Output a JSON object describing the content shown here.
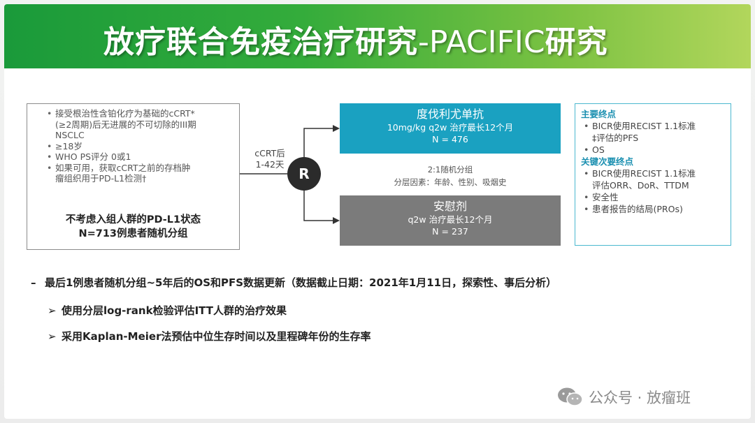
{
  "title": {
    "main": "放疗联合免疫治疗研究",
    "sub": "-PACIFIC",
    "suffix": "研究"
  },
  "criteria": {
    "items": [
      "接受根治性含铂化疗为基础的cCRT*",
      "(≥2周期)后无进展的不可切除的III期",
      "NSCLC",
      "≥18岁",
      "WHO PS评分 0或1",
      "如果可用，获取cCRT之前的存档肿",
      "瘤组织用于PD-L1检测†"
    ],
    "summary_line1": "不考虑入组人群的PD-L1状态",
    "summary_line2": "N=713例患者随机分组"
  },
  "flow": {
    "ccrt_label1": "cCRT后",
    "ccrt_label2": "1-42天",
    "randomization_symbol": "R"
  },
  "arms": {
    "durvalumab": {
      "name": "度伐利尤单抗",
      "regimen": "10mg/kg q2w 治疗最长12个月",
      "n": "N = 476",
      "color": "#1aa1c1"
    },
    "placebo": {
      "name": "安慰剂",
      "regimen": "q2w 治疗最长12个月",
      "n": "N = 237",
      "color": "#7b7b7b"
    }
  },
  "randomization": {
    "ratio": "2:1随机分组",
    "stratification": "分层因素：年龄、性别、吸烟史"
  },
  "endpoints": {
    "primary_title": "主要终点",
    "primary_items": [
      "BICR使用RECIST 1.1标准",
      "‡评估的PFS",
      "OS"
    ],
    "secondary_title": "关键次要终点",
    "secondary_items": [
      "BICR使用RECIST 1.1标准",
      "评估ORR、DoR、TTDM",
      "安全性",
      "患者报告的结局(PROs)"
    ],
    "accent_color": "#1a8fb0"
  },
  "bottom": {
    "main": "最后1例患者随机分组~5年后的OS和PFS数据更新（数据截止日期：2021年1月11日，探索性、事后分析）",
    "main_marker": "–",
    "sub_marker": "➢",
    "sub1": "使用分层log-rank检验评估ITT人群的治疗效果",
    "sub2": "采用Kaplan-Meier法预估中位生存时间以及里程碑年份的生存率"
  },
  "watermark": {
    "text": "公众号 · 放瘤班",
    "icon": "wechat-icon"
  }
}
